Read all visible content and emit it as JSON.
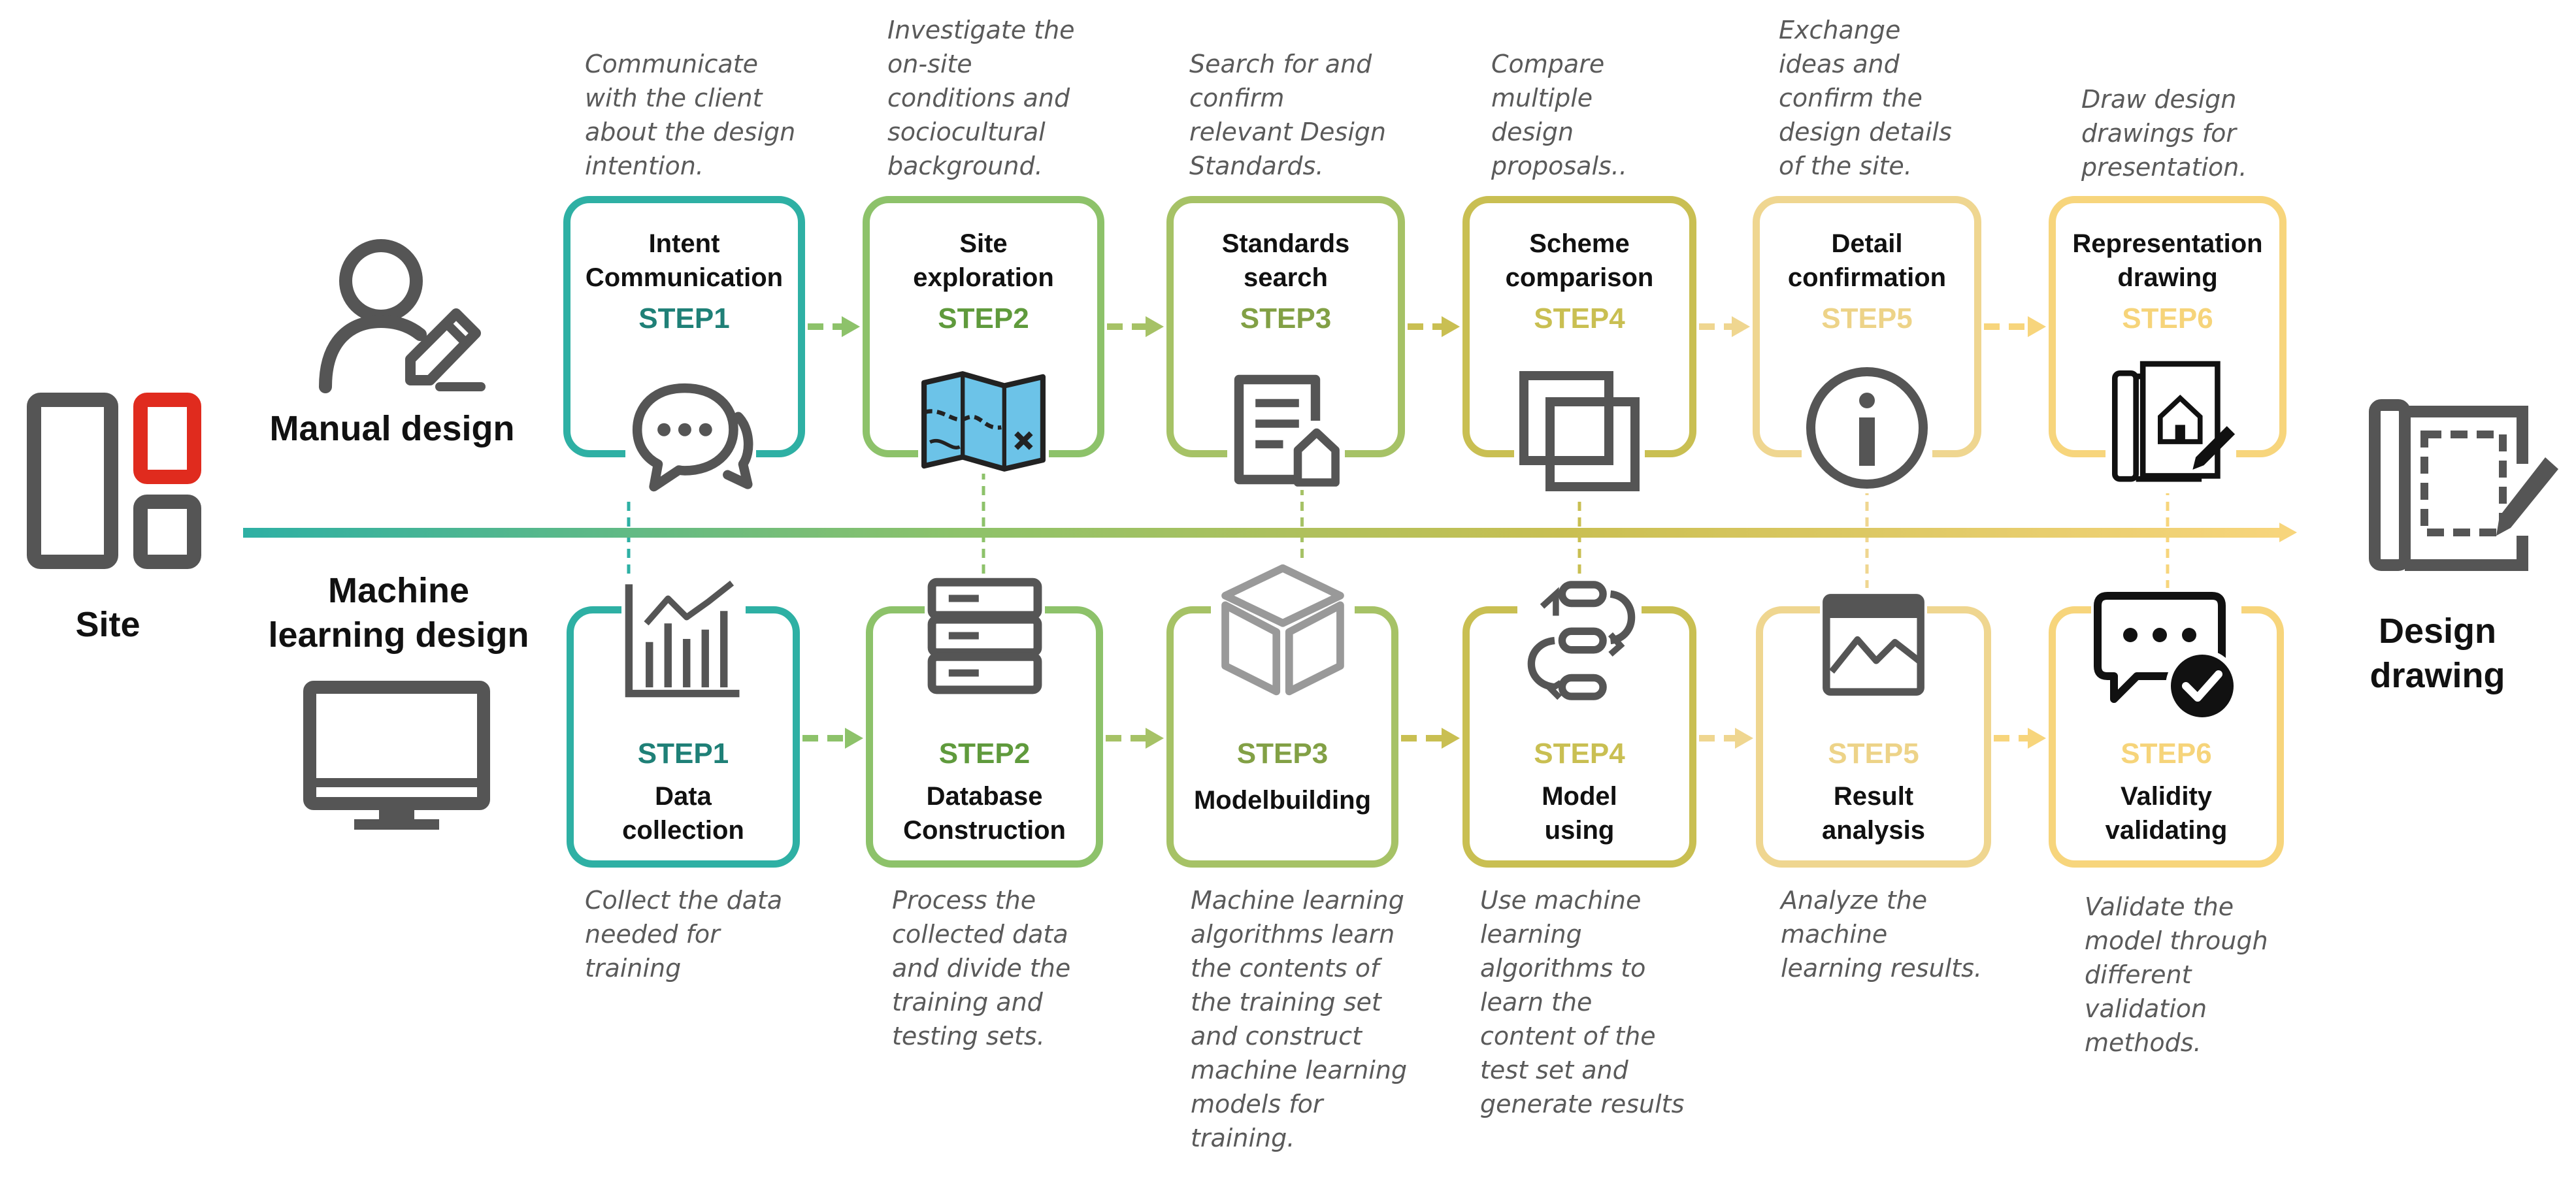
{
  "colors": {
    "step1": "#2eb0a4",
    "step1_text": "#1f8077",
    "step2": "#8dc26a",
    "step2_text": "#5f9a3c",
    "step3": "#a6c266",
    "step3_text": "#82a045",
    "step4": "#c9bf52",
    "step4_text": "#c9bf52",
    "step5": "#efd690",
    "step5_text": "#edd388",
    "step6": "#f7d57c",
    "step6_text": "#f6d47a",
    "icon_gray": "#555555",
    "accent_red": "#e02b1e",
    "map_blue": "#6cc3e8"
  },
  "site_label": "Site",
  "design_drawing_label": "Design\ndrawing",
  "manual_label": "Manual design",
  "ml_label": "Machine\nlearning design",
  "manual_steps": [
    {
      "title": "Intent\nCommunication",
      "step": "STEP1",
      "desc": "Communicate\nwith the client\nabout the design\nintention.",
      "icon": "chat-icon"
    },
    {
      "title": "Site\nexploration",
      "step": "STEP2",
      "desc": "Investigate the\non-site\nconditions and\nsociocultural\nbackground.",
      "icon": "map-icon"
    },
    {
      "title": "Standards\nsearch",
      "step": "STEP3",
      "desc": "Search for and\nconfirm\nrelevant Design\nStandards.",
      "icon": "document-search-icon"
    },
    {
      "title": "Scheme\ncomparison",
      "step": "STEP4",
      "desc": "Compare\nmultiple\ndesign\nproposals..",
      "icon": "compare-squares-icon"
    },
    {
      "title": "Detail\nconfirmation",
      "step": "STEP5",
      "desc": "Exchange\nideas and\nconfirm the\ndesign details\nof the site.",
      "icon": "info-icon"
    },
    {
      "title": "Representation\ndrawing",
      "step": "STEP6",
      "desc": "Draw design\ndrawings for\npresentation.",
      "icon": "blueprint-pen-icon"
    }
  ],
  "ml_steps": [
    {
      "title": "Data\ncollection",
      "step": "STEP1",
      "desc": "Collect the data\nneeded for\ntraining",
      "icon": "bar-chart-icon"
    },
    {
      "title": "Database\nConstruction",
      "step": "STEP2",
      "desc": "Process the\ncollected data\nand divide the\ntraining and\ntesting sets.",
      "icon": "database-icon"
    },
    {
      "title": "Modelbuilding",
      "step": "STEP3",
      "desc": "Machine learning\nalgorithms learn\nthe contents of\nthe training set\nand construct\nmachine learning\nmodels for\ntraining.",
      "icon": "cube-icon"
    },
    {
      "title": "Model\nusing",
      "step": "STEP4",
      "desc": "Use machine\nlearning\nalgorithms to\nlearn the\ncontent of the\ntest set and\ngenerate results",
      "icon": "workflow-icon"
    },
    {
      "title": "Result\nanalysis",
      "step": "STEP5",
      "desc": "Analyze the\nmachine\nlearning results.",
      "icon": "line-chart-window-icon"
    },
    {
      "title": "Validity\nvalidating",
      "step": "STEP6",
      "desc": "Validate the\nmodel through\ndifferent\nvalidation\nmethods.",
      "icon": "message-check-icon"
    }
  ]
}
